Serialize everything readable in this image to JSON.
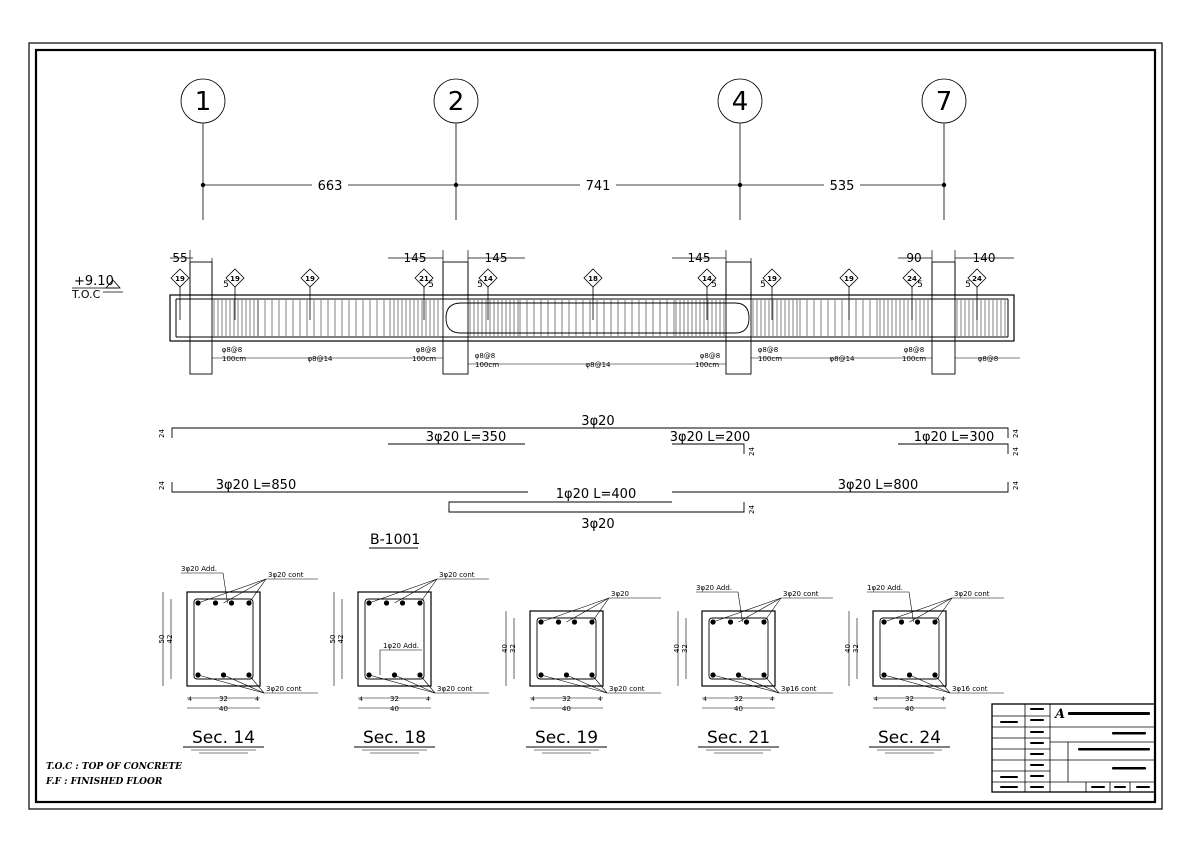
{
  "drawing": {
    "axes": [
      {
        "label": "1"
      },
      {
        "label": "2"
      },
      {
        "label": "4"
      },
      {
        "label": "7"
      }
    ],
    "spans": [
      "663",
      "741",
      "535"
    ],
    "level": {
      "value": "+9.10",
      "tag": "T.O.C"
    },
    "top_dims": [
      "55",
      "145",
      "145",
      "145",
      "90",
      "140"
    ],
    "col_gap": "5",
    "section_tags": [
      "19",
      "19",
      "19",
      "21",
      "14",
      "18",
      "14",
      "19",
      "19",
      "24",
      "24"
    ],
    "stirrups": {
      "dense": "φ8@8",
      "sparse": "φ8@14",
      "zone": "100cm"
    },
    "bars": {
      "top_cont": "3φ20",
      "top_add_1": "3φ20  L=350",
      "top_add_2": "3φ20  L=200",
      "top_add_3": "1φ20  L=300",
      "bot_1": "3φ20  L=850",
      "bot_2": "1φ20  L=400",
      "bot_3": "3φ20  L=800",
      "bot_cont": "3φ20",
      "hook": "24"
    },
    "beam_name": "B-1001",
    "sections": [
      {
        "title": "Sec. 14",
        "h": "50",
        "hi": "42",
        "w": "40",
        "wi": "32",
        "cov": "4",
        "top_add": "3φ20 Add.",
        "top_cont": "3φ20 cont",
        "bot": "3φ20 cont",
        "mid": ""
      },
      {
        "title": "Sec. 18",
        "h": "50",
        "hi": "42",
        "w": "40",
        "wi": "32",
        "cov": "4",
        "top_add": "",
        "top_cont": "3φ20 cont",
        "bot": "3φ20 cont",
        "mid": "1φ20 Add."
      },
      {
        "title": "Sec. 19",
        "h": "40",
        "hi": "32",
        "w": "40",
        "wi": "32",
        "cov": "4",
        "top_add": "",
        "top_cont": "3φ20",
        "bot": "3φ20 cont",
        "mid": ""
      },
      {
        "title": "Sec. 21",
        "h": "40",
        "hi": "32",
        "w": "40",
        "wi": "32",
        "cov": "4",
        "top_add": "3φ20 Add.",
        "top_cont": "3φ20 cont",
        "bot": "3φ16 cont",
        "mid": ""
      },
      {
        "title": "Sec. 24",
        "h": "40",
        "hi": "32",
        "w": "40",
        "wi": "32",
        "cov": "4",
        "top_add": "1φ20 Add.",
        "top_cont": "3φ20 cont",
        "bot": "3φ16 cont",
        "mid": ""
      }
    ],
    "notes": [
      "T.O.C : TOP OF CONCRETE",
      "F.F :   FINISHED FLOOR"
    ],
    "title_block": {
      "sheet_letter": "A"
    }
  }
}
